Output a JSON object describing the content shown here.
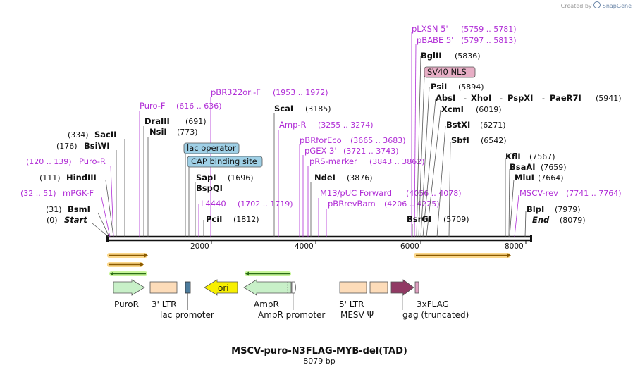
{
  "credit": {
    "text": "Created by",
    "brand": "SnapGene",
    "logo_icon": "snapgene-logo-icon"
  },
  "plasmid": {
    "name": "MSCV-puro-N3FLAG-MYB-del(TAD)",
    "length_label": "8079 bp",
    "length_bp": 8079
  },
  "axis": {
    "ticks": [
      {
        "bp": 2000,
        "label": "2000"
      },
      {
        "bp": 4000,
        "label": "4000"
      },
      {
        "bp": 6000,
        "label": "6000"
      },
      {
        "bp": 8000,
        "label": "8000"
      }
    ]
  },
  "left_sites": [
    {
      "name": "SacII",
      "pos": "(334)",
      "bp": 334,
      "kind": "enzyme"
    },
    {
      "name": "BsiWI",
      "pos": "(176)",
      "bp": 176,
      "kind": "enzyme"
    },
    {
      "name": "Puro-R",
      "pos": "(120 .. 139)",
      "bp": 130,
      "kind": "primer"
    },
    {
      "name": "HindIII",
      "pos": "(111)",
      "bp": 111,
      "kind": "enzyme"
    },
    {
      "name": "mPGK-F",
      "pos": "(32 .. 51)",
      "bp": 42,
      "kind": "primer"
    },
    {
      "name": "BsmI",
      "pos": "(31)",
      "bp": 31,
      "kind": "enzyme"
    },
    {
      "name": "Start",
      "pos": "(0)",
      "bp": 0,
      "kind": "marker"
    }
  ],
  "mid_sites": [
    {
      "name": "Puro-F",
      "pos": "(616 .. 636)",
      "bp": 626,
      "kind": "primer"
    },
    {
      "name": "DraIII",
      "pos": "(691)",
      "bp": 691,
      "kind": "enzyme"
    },
    {
      "name": "NsiI",
      "pos": "(773)",
      "bp": 773,
      "kind": "enzyme"
    },
    {
      "name": "lac operator",
      "kind": "feature"
    },
    {
      "name": "CAP binding site",
      "kind": "feature"
    },
    {
      "name": "pBR322ori-F",
      "pos": "(1953 .. 1972)",
      "bp": 1962,
      "kind": "primer"
    },
    {
      "name": "SapI",
      "pos": "(1696)",
      "bp": 1696,
      "kind": "enzyme"
    },
    {
      "name": "BspQI",
      "kind": "enzyme"
    },
    {
      "name": "L4440",
      "pos": "(1702 .. 1719)",
      "bp": 1710,
      "kind": "primer"
    },
    {
      "name": "PciI",
      "pos": "(1812)",
      "bp": 1812,
      "kind": "enzyme"
    },
    {
      "name": "ScaI",
      "pos": "(3185)",
      "bp": 3185,
      "kind": "enzyme"
    },
    {
      "name": "Amp-R",
      "pos": "(3255 .. 3274)",
      "bp": 3264,
      "kind": "primer"
    },
    {
      "name": "pBRforEco",
      "pos": "(3665 .. 3683)",
      "bp": 3674,
      "kind": "primer"
    },
    {
      "name": "pGEX 3'",
      "pos": "(3721 .. 3743)",
      "bp": 3732,
      "kind": "primer"
    },
    {
      "name": "pRS-marker",
      "pos": "(3843 .. 3862)",
      "bp": 3852,
      "kind": "primer"
    },
    {
      "name": "NdeI",
      "pos": "(3876)",
      "bp": 3876,
      "kind": "enzyme"
    },
    {
      "name": "M13/pUC Forward",
      "pos": "(4056 .. 4078)",
      "bp": 4067,
      "kind": "primer"
    },
    {
      "name": "pBRrevBam",
      "pos": "(4206 .. 4225)",
      "bp": 4215,
      "kind": "primer"
    }
  ],
  "right_sites": [
    {
      "name": "pLXSN 5'",
      "pos": "(5759 .. 5781)",
      "bp": 5770,
      "kind": "primer"
    },
    {
      "name": "pBABE 5'",
      "pos": "(5797 .. 5813)",
      "bp": 5805,
      "kind": "primer"
    },
    {
      "name": "BglII",
      "pos": "(5836)",
      "bp": 5836,
      "kind": "enzyme"
    },
    {
      "name": "SV40 NLS",
      "kind": "feature"
    },
    {
      "name": "PsiI",
      "pos": "(5894)",
      "bp": 5894,
      "kind": "enzyme"
    },
    {
      "name": "AbsI",
      "kind": "enzyme"
    },
    {
      "name": "XhoI",
      "kind": "enzyme"
    },
    {
      "name": "PspXI",
      "kind": "enzyme"
    },
    {
      "name": "PaeR7I",
      "pos": "(5941)",
      "bp": 5941,
      "kind": "enzyme"
    },
    {
      "name": "XcmI",
      "pos": "(6019)",
      "bp": 6019,
      "kind": "enzyme"
    },
    {
      "name": "BstXI",
      "pos": "(6271)",
      "bp": 6271,
      "kind": "enzyme"
    },
    {
      "name": "SbfI",
      "pos": "(6542)",
      "bp": 6542,
      "kind": "enzyme"
    },
    {
      "name": "BsrGI",
      "pos": "(5709)",
      "bp": 5709,
      "kind": "enzyme"
    },
    {
      "name": "KflI",
      "pos": "(7567)",
      "bp": 7567,
      "kind": "enzyme"
    },
    {
      "name": "BsaAI",
      "pos": "(7659)",
      "bp": 7659,
      "kind": "enzyme"
    },
    {
      "name": "MluI",
      "pos": "(7664)",
      "bp": 7664,
      "kind": "enzyme"
    },
    {
      "name": "MSCV-rev",
      "pos": "(7741 .. 7764)",
      "bp": 7752,
      "kind": "primer"
    },
    {
      "name": "BlpI",
      "pos": "(7979)",
      "bp": 7979,
      "kind": "enzyme"
    },
    {
      "name": "End",
      "pos": "(8079)",
      "bp": 8079,
      "kind": "marker"
    }
  ],
  "separator": "-",
  "features": [
    {
      "name": "PuroR",
      "start": 70,
      "end": 670,
      "color": "#c8f0c8",
      "shape": "arrow-right"
    },
    {
      "name": "3' LTR",
      "start": 820,
      "end": 1330,
      "color": "#fddcb9",
      "shape": "box"
    },
    {
      "name": "lac promoter",
      "start": 1470,
      "end": 1560,
      "color": "#4d7c9d",
      "shape": "box"
    },
    {
      "name": "ori",
      "start": 1840,
      "end": 2430,
      "color": "#f7ef00",
      "shape": "arrow-left"
    },
    {
      "name": "AmpR",
      "start": 2610,
      "end": 3470,
      "color": "#c8f0c8",
      "shape": "arrow-left"
    },
    {
      "name": "AmpR promoter",
      "start": 3470,
      "end": 3570,
      "color": "#ffffff",
      "shape": "box"
    },
    {
      "name": "5' LTR",
      "start": 4440,
      "end": 4960,
      "color": "#fddcb9",
      "shape": "box"
    },
    {
      "name": "MESV Ψ",
      "start": 5020,
      "end": 5360,
      "color": "#fddcb9",
      "shape": "box"
    },
    {
      "name": "gag (truncated)",
      "start": 5400,
      "end": 5810,
      "color": "#913a64",
      "shape": "arrow-right"
    },
    {
      "name": "3xFLAG",
      "start": 5840,
      "end": 5900,
      "color": "#e0a0c0",
      "shape": "box"
    }
  ]
}
